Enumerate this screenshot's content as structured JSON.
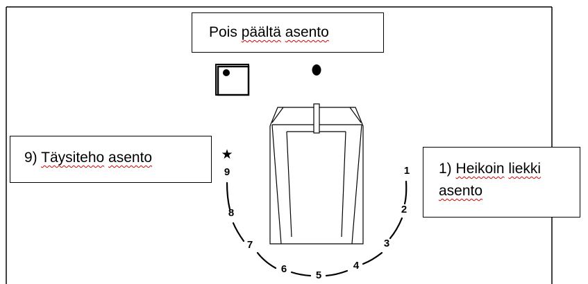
{
  "labels": {
    "off_position": {
      "word1": "Pois",
      "word2": "päältä",
      "word3": "asento"
    },
    "full_power": {
      "prefix": "9)",
      "word1": "Täysiteho",
      "word2": "asento"
    },
    "lowest_flame": {
      "prefix": "1)",
      "word1": "Heikoin",
      "word2": "liekki",
      "word3": "asento"
    }
  },
  "dial": {
    "numbers": [
      "1",
      "2",
      "3",
      "4",
      "5",
      "6",
      "7",
      "8",
      "9"
    ],
    "max_symbol": "★"
  },
  "colors": {
    "line": "#000000",
    "spellcheck": "#d40000",
    "background": "#ffffff"
  },
  "icons": [
    "off-position-square-icon",
    "off-position-dot-icon",
    "star-icon",
    "knob-icon"
  ]
}
